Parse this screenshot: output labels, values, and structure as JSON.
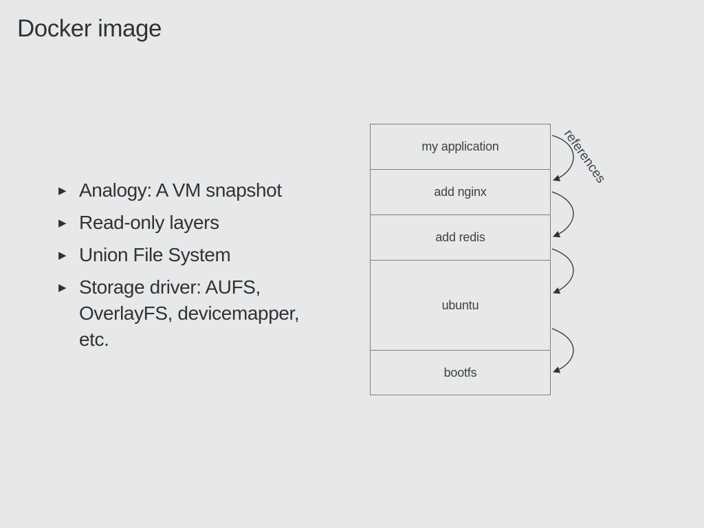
{
  "slide": {
    "title": "Docker image"
  },
  "bullets": [
    "Analogy: A VM snapshot",
    "Read-only layers",
    "Union File System",
    "Storage driver: AUFS, OverlayFS, devicemapper, etc."
  ],
  "diagram": {
    "layers": [
      "my application",
      "add nginx",
      "add redis",
      "ubuntu",
      "bootfs"
    ],
    "arrow_label": "references",
    "line_color": "#7d7d7d",
    "arrow_color": "#2e3338"
  }
}
